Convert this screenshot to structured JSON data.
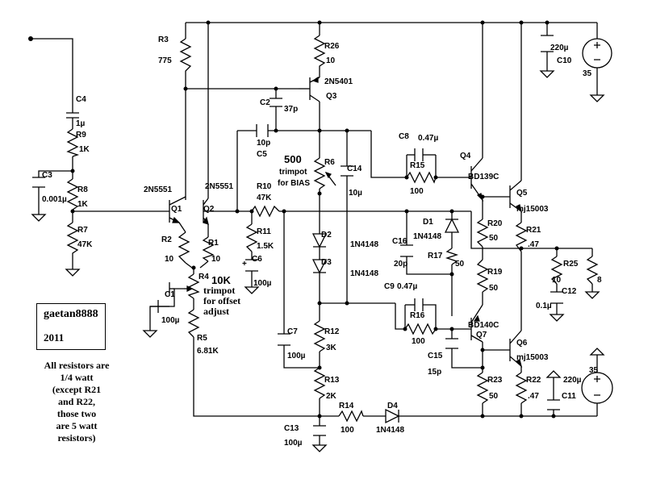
{
  "diagram": {
    "components": [
      {
        "id": "R3",
        "value": "775"
      },
      {
        "id": "R26",
        "value": "10"
      },
      {
        "id": "Q3",
        "value": "2N5401"
      },
      {
        "id": "C2",
        "value": "37p"
      },
      {
        "id": "C4",
        "value": "1µ"
      },
      {
        "id": "R9",
        "value": "1K"
      },
      {
        "id": "C3",
        "value": "0.001µ"
      },
      {
        "id": "R8",
        "value": "1K"
      },
      {
        "id": "R7",
        "value": "47K"
      },
      {
        "id": "Q1",
        "value": "2N5551"
      },
      {
        "id": "Q2",
        "value": "2N5551"
      },
      {
        "id": "R2",
        "value": "10"
      },
      {
        "id": "R1",
        "value": "10"
      },
      {
        "id": "R4",
        "value": ""
      },
      {
        "id": "C1",
        "value": "100µ"
      },
      {
        "id": "R5",
        "value": "6.81K"
      },
      {
        "id": "C5",
        "value": "10p"
      },
      {
        "id": "R10",
        "value": "47K"
      },
      {
        "id": "R11",
        "value": "1.5K"
      },
      {
        "id": "C6",
        "value": "100µ"
      },
      {
        "id": "R6",
        "value": "500"
      },
      {
        "id": "C14",
        "value": "10µ"
      },
      {
        "id": "D2",
        "value": "1N4148"
      },
      {
        "id": "D3",
        "value": "1N4148"
      },
      {
        "id": "C7",
        "value": "100µ"
      },
      {
        "id": "R12",
        "value": "3K"
      },
      {
        "id": "R13",
        "value": "2K"
      },
      {
        "id": "C13",
        "value": "100µ"
      },
      {
        "id": "R14",
        "value": "100"
      },
      {
        "id": "D4",
        "value": "1N4148"
      },
      {
        "id": "C8",
        "value": "0.47µ"
      },
      {
        "id": "R15",
        "value": "100"
      },
      {
        "id": "Q4",
        "value": "BD139C"
      },
      {
        "id": "Q5",
        "value": "mj15003"
      },
      {
        "id": "D1",
        "value": "1N4148"
      },
      {
        "id": "C16",
        "value": "20p"
      },
      {
        "id": "R17",
        "value": "50"
      },
      {
        "id": "R20",
        "value": "50"
      },
      {
        "id": "R21",
        "value": ".47"
      },
      {
        "id": "R19",
        "value": "50"
      },
      {
        "id": "C9",
        "value": "0.47µ"
      },
      {
        "id": "R16",
        "value": "100"
      },
      {
        "id": "Q7",
        "value": "BD140C"
      },
      {
        "id": "C15",
        "value": "15p"
      },
      {
        "id": "Q6",
        "value": "mj15003"
      },
      {
        "id": "R23",
        "value": "50"
      },
      {
        "id": "R22",
        "value": ".47"
      },
      {
        "id": "C10",
        "value": "220µ"
      },
      {
        "id": "C11",
        "value": "220µ"
      },
      {
        "id": "R25",
        "value": "10"
      },
      {
        "id": "C12",
        "value": "0.1µ"
      },
      {
        "id": "load",
        "value": "8"
      },
      {
        "id": "V_top",
        "value": "35"
      },
      {
        "id": "V_bot",
        "value": "35"
      }
    ],
    "annotations": {
      "bias_value": "500",
      "bias_line1": "trimpot",
      "bias_line2": "for BIAS",
      "offset_line1": "10K",
      "offset_line2": "trimpot",
      "offset_line3": "for offset",
      "offset_line4": "adjust"
    },
    "author": {
      "name": "gaetan8888",
      "year": "2011"
    },
    "note": [
      "All resistors are",
      "1/4 watt",
      "(except R21",
      "and R22,",
      "those two",
      "are 5 watt",
      "resistors)"
    ]
  }
}
